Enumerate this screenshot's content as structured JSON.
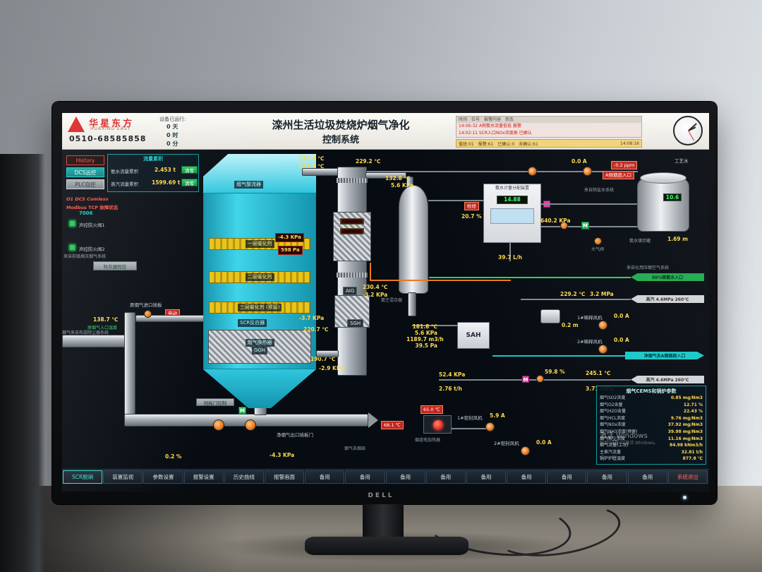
{
  "monitor": {
    "brand": "DELL"
  },
  "header": {
    "logo_cn": "华星东方",
    "logo_en": "HUAXING EAST",
    "phone": "0510-68585858",
    "runtime_label": "设备已运行:",
    "runtime_d": "0 天",
    "runtime_h": "0 时",
    "runtime_m": "0 分",
    "title1": "滦州生活垃圾焚烧炉烟气净化",
    "title2": "控制系统",
    "alarm_head": "时间　位号　报警内容　状态",
    "alarm_row1": "14:06:32  A侧氨水流量低低  报警",
    "alarm_row2": "14:02:11  SCR入口NOx浓度高  已确认",
    "status_left": "值班:01　报警:61　已确认:0　未确认:61",
    "time": "14:08:16"
  },
  "left": {
    "history": "History",
    "dcs": "DCS远控",
    "plc": "PLC自控",
    "flow_title": "流量累积",
    "flow1_label": "氨水流量累积",
    "flow1_value": "2.453 t",
    "flow1_btn": "清零",
    "flow2_label": "蒸汽流量累积",
    "flow2_value": "1599.69 t",
    "flow2_btn": "清零",
    "comm1": "O1 DCS Comless",
    "comm2": "Modbus TCP 故障状态",
    "comm3": "7006",
    "fire1": "声控防火阀1",
    "fire2": "声控防火阀2",
    "soot_btn": "吹灰器程控",
    "from_prev": "来自前级高压烟气系统",
    "damper_label": "原烟气进口插板",
    "motor_tag": "电动",
    "inlet_temp": "138.7 ℃",
    "inlet_temp_label": "原烟气入口温度",
    "from_bag": "烟气来自布袋除尘器系统"
  },
  "reactor": {
    "rectifier": "烟气整流器",
    "cat1": "一层催化剂",
    "cat2": "二层催化剂",
    "cat3": "三层催化剂 (预留)",
    "scr": "SCR反应器",
    "ggh1": "烟气换热器",
    "ggh2": "GGH",
    "dp_top": "-4.3 KPa",
    "dp_cat": "598 Pa"
  },
  "center": {
    "t1": "230.4 ℃",
    "t2": "229.9 ℃",
    "t3": "229.2 ℃",
    "aig": "AIG",
    "sgh": "SGH",
    "p_aig": "-3.7 KPa",
    "t_aig": "220.7 ℃",
    "t_duct": "230.4 ℃",
    "p_duct": "-3.2 KPa",
    "p_out": "-2.9 KPa",
    "t_out": "190.7 ℃",
    "col_t": "132.8 ℃",
    "col_p": "5.6 KPa",
    "mixer": "氨空混合器"
  },
  "right": {
    "cab_title": "氨水计量分配装置",
    "cab_value": "14.88",
    "maint": "检修",
    "pct": "20.7 %",
    "flow": "39.7 L/h",
    "press": "640.2 KPa",
    "amp_top": "0.0 A",
    "ppm": "-0.2 ppm",
    "stack_tag": "A侧烟囱入口",
    "water": "工艺水",
    "from_demin": "来自除盐水系统",
    "vent": "大气阀",
    "tank_label": "氨水储存罐",
    "tank_value": "10.6",
    "tank_level": "1.69 m",
    "from_air": "来自仪用压缩空气系统",
    "dilute_in": "50%稀氨水入口",
    "steam1": "蒸汽 4.6MPa 260℃",
    "t_line": "229.2 ℃",
    "p_line": "3.2 MPa",
    "lvl": "0.2 m",
    "fan1": "1#稀释风机",
    "fan1_amp": "0.0 A",
    "fan2": "2#稀释风机",
    "fan2_amp": "0.0 A",
    "stack_out": "净烟气去A侧烟囱入口",
    "steam2": "蒸汽 4.6MPa 260℃"
  },
  "mid": {
    "sah": "SAH",
    "v1": "181.8 ℃",
    "v2": "5.6 KPa",
    "v3": "1189.7 m3/h",
    "v4": "39.5 Pa",
    "pct": "59.8 %",
    "t": "245.1 ℃",
    "p": "3.71 MPa",
    "kpa": "52.4 KPa",
    "th": "2.76 t/h"
  },
  "cems": {
    "title": "烟气CEMS和锅炉参数",
    "rows": [
      {
        "label": "烟气SO2浓度",
        "value": "0.85 mg/Nm3"
      },
      {
        "label": "烟气O2含量",
        "value": "12.71 %"
      },
      {
        "label": "烟气H2O含量",
        "value": "22.43 %"
      },
      {
        "label": "烟气HCL浓度",
        "value": "9.76 mg/Nm3"
      },
      {
        "label": "烟气NOx浓度",
        "value": "37.92 mg/Nm3"
      },
      {
        "label": "烟气NH3浓度(预留)",
        "value": "39.98 mg/Nm3"
      },
      {
        "label": "烟气粉尘浓度",
        "value": "11.16 mg/Nm3"
      },
      {
        "label": "烟气流量(工况)",
        "value": "84.98 kNm3/h"
      },
      {
        "label": "主蒸汽流量",
        "value": "32.81 t/h"
      },
      {
        "label": "锅炉炉膛温度",
        "value": "877.8 ℃"
      }
    ]
  },
  "bottom": {
    "damper_btn": "挡板门控制",
    "outlet_damper": "净烟气出口插板门",
    "kpa": "-4.3 KPa",
    "pct": "0.2 %",
    "t1": "68.1 ℃",
    "t2": "65.0 ℃",
    "heater": "烟道电加热器",
    "fan1": "1#密封风机",
    "fan1_amp": "5.9 A",
    "fan2": "2#密封风机",
    "fan2_amp": "0.0 A",
    "to_stack": "烟气去烟囱"
  },
  "menu": {
    "items": [
      "SCR脱硝",
      "装置监视",
      "参数设置",
      "报警设置",
      "历史曲线",
      "报警画面",
      "备用",
      "备用",
      "备用",
      "备用",
      "备用",
      "备用",
      "备用",
      "备用",
      "备用",
      "系统退出"
    ]
  },
  "watermark": {
    "l1": "激活 Windows",
    "l2": "转到“设置”以激活 Windows。"
  }
}
